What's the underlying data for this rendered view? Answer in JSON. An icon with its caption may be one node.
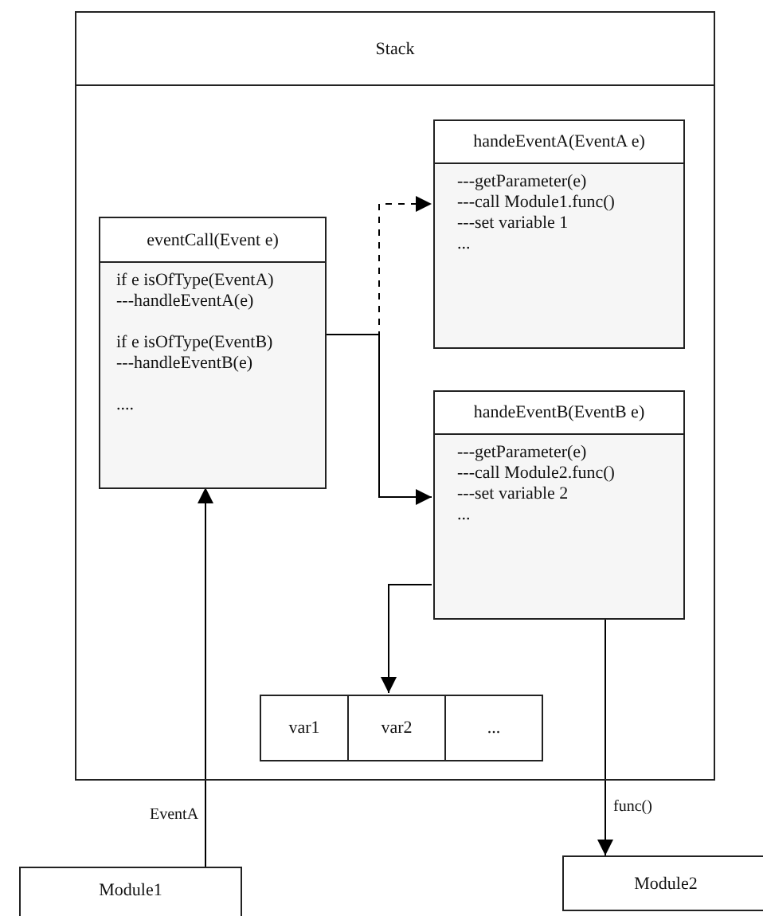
{
  "diagram": {
    "nodes": [
      {
        "text": [
          "Stack"
        ]
      },
      {
        "text": [
          "eventCall(Event e)",
          "if e isOfType(EventA)",
          "---handleEventA(e)",
          "if e isOfType(EventB)",
          "---handleEventB(e)",
          "...."
        ],
        "in": 0
      },
      {
        "text": [
          "handeEventA(EventA e)",
          "---getParameter(e)",
          "---call Module1.func()",
          "---set variable 1",
          "..."
        ],
        "in": 0
      },
      {
        "text": [
          "handeEventB(EventB e)",
          "---getParameter(e)",
          "---call Module2.func()",
          "---set variable 2",
          "..."
        ],
        "in": 0
      },
      {
        "text": [
          "var1"
        ],
        "in": 0
      },
      {
        "text": [
          "var2"
        ],
        "in": 0
      },
      {
        "text": [
          "..."
        ],
        "in": 0
      },
      {
        "text": [
          "Module1"
        ]
      },
      {
        "text": [
          "Module2"
        ]
      }
    ],
    "edges": [
      {
        "from": 7,
        "to": 1,
        "arrow": "to",
        "label": "EventA"
      },
      {
        "from": 1,
        "to": 2,
        "arrow": "to",
        "style": "dashed"
      },
      {
        "from": 1,
        "to": 3,
        "arrow": "to"
      },
      {
        "from": 3,
        "to": 5,
        "arrow": "to"
      },
      {
        "from": 3,
        "to": 8,
        "arrow": "to",
        "label": "func()"
      }
    ]
  }
}
